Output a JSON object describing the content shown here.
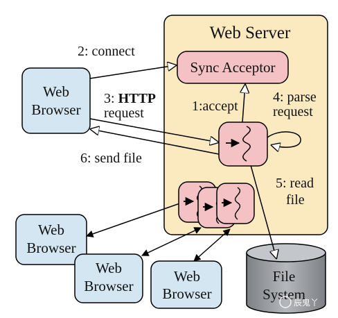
{
  "server": {
    "title": "Web Server"
  },
  "acceptor": {
    "label": "Sync Acceptor"
  },
  "browsers": [
    {
      "line1": "Web",
      "line2": "Browser"
    },
    {
      "line1": "Web",
      "line2": "Browser"
    },
    {
      "line1": "Web",
      "line2": "Browser"
    },
    {
      "line1": "Web",
      "line2": "Browser"
    }
  ],
  "filesystem": {
    "line1": "File",
    "line2": "System"
  },
  "steps": {
    "connect": "2: connect",
    "http_prefix": "3: ",
    "http_bold": "HTTP",
    "http_request": "request",
    "send_file": "6: send file",
    "accept": "1:accept",
    "parse_line1": "4: parse",
    "parse_line2": "request",
    "read_line1": "5: read",
    "read_line2": "file"
  },
  "watermark": {
    "text": "辰鬼丫"
  },
  "colors": {
    "server_fill": "#fbe9bf",
    "browser_fill": "#d3e6f1",
    "handler_fill": "#f4c2c4",
    "filesystem_fill": "#9a9ea3"
  }
}
